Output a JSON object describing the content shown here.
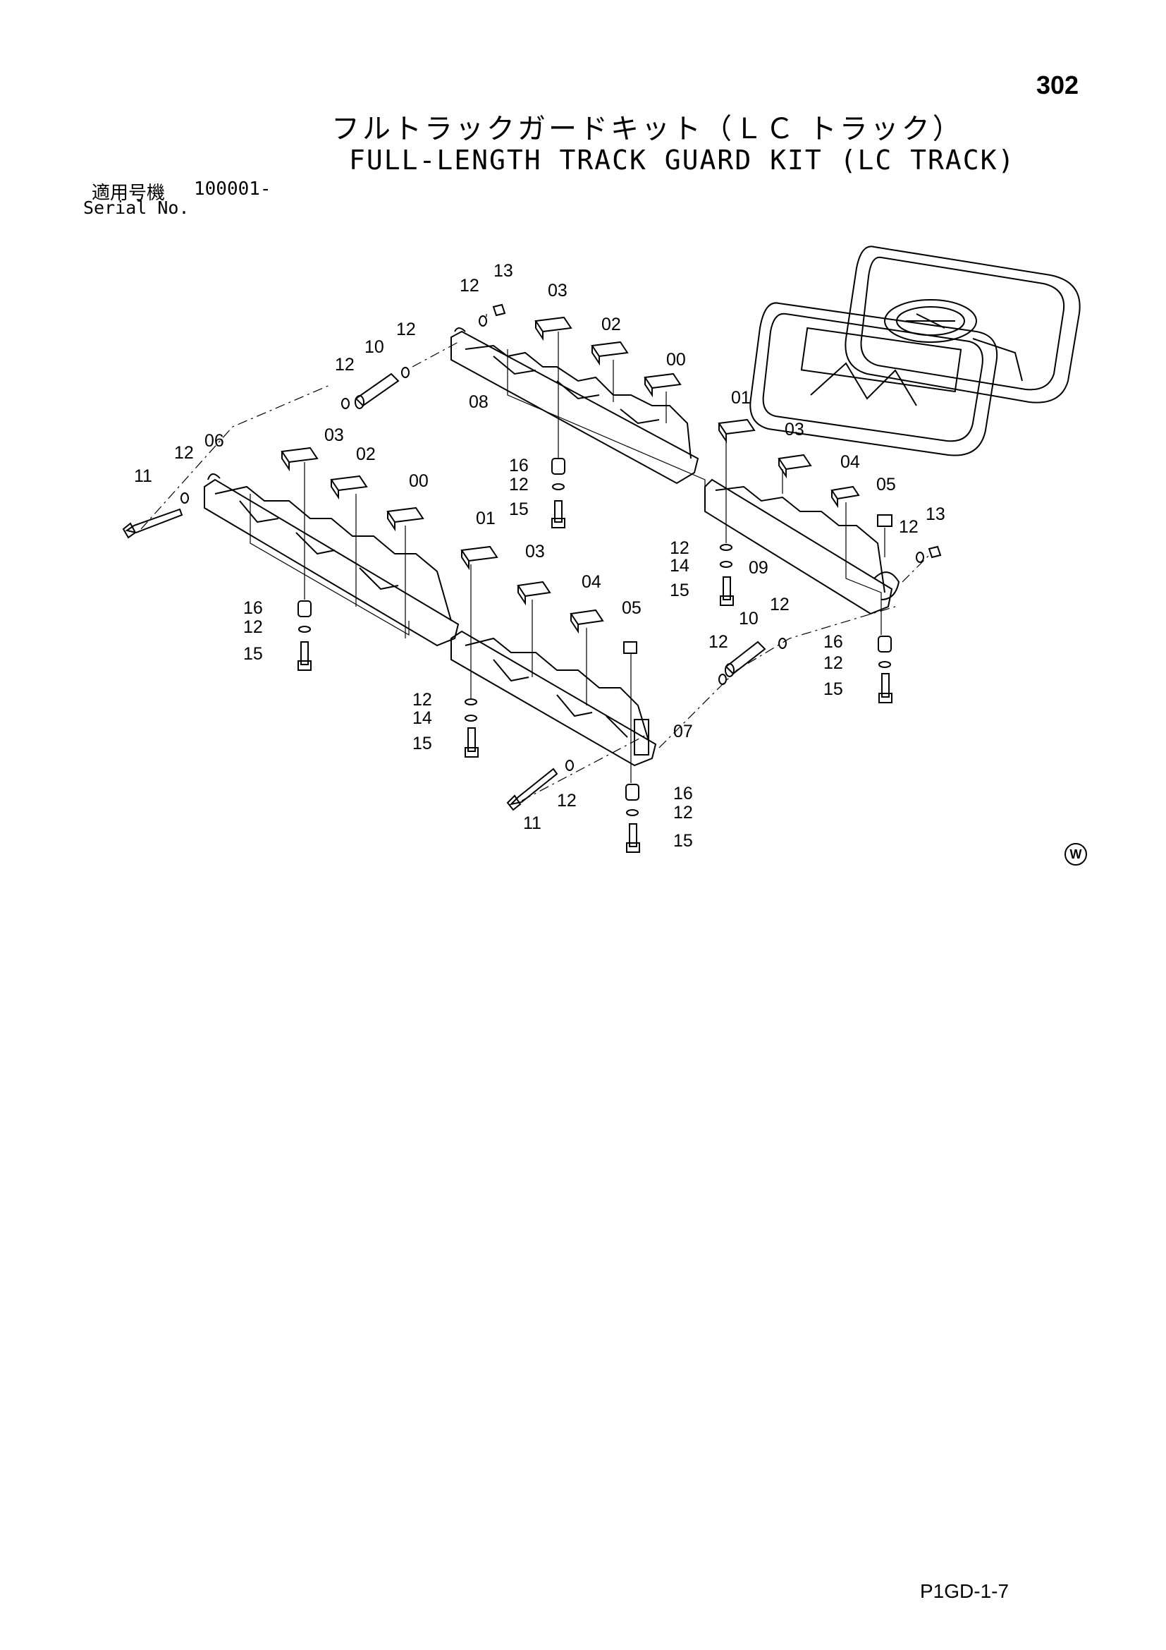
{
  "page_number": "302",
  "title_jp": "フルトラックガードキット（ＬＣ トラック）",
  "title_en": "FULL-LENGTH TRACK GUARD KIT (LC TRACK)",
  "serial": {
    "label_jp": "適用号機",
    "value": "100001-",
    "label_en": "Serial No."
  },
  "callouts": {
    "c13a": "13",
    "c12a": "12",
    "c03a": "03",
    "c02a": "02",
    "c00a": "00",
    "c12b": "12",
    "c10a": "10",
    "c12c": "12",
    "c08": "08",
    "c01a": "01",
    "c03b": "03",
    "c04a": "04",
    "c05a": "05",
    "c06": "06",
    "c12d": "12",
    "c11a": "11",
    "c03c": "03",
    "c02b": "02",
    "c00b": "00",
    "c16a": "16",
    "c12e": "12",
    "c15a": "15",
    "c12f": "12",
    "c13b": "13",
    "c12g": "12",
    "c14a": "14",
    "c15b": "15",
    "c09": "09",
    "c16b": "16",
    "c12h": "12",
    "c15c": "15",
    "c01b": "01",
    "c03d": "03",
    "c04b": "04",
    "c05b": "05",
    "c10b": "10",
    "c12i": "12",
    "c12j": "12",
    "c16c": "16",
    "c12k": "12",
    "c15d": "15",
    "c12l": "12",
    "c14b": "14",
    "c15e": "15",
    "c07": "07",
    "c11b": "11",
    "c12m": "12",
    "c16d": "16",
    "c12n": "12",
    "c15f": "15"
  },
  "mark": "W",
  "footer_code": "P1GD-1-7"
}
